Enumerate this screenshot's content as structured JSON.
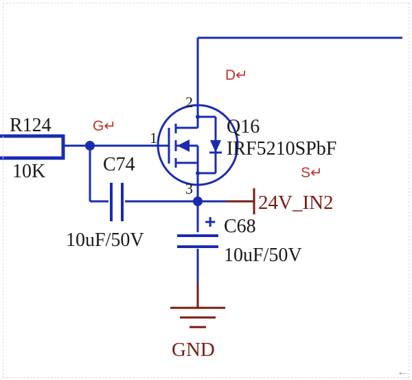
{
  "colors": {
    "wire": "#1a2bb0",
    "power": "#7a1a12",
    "net_label": "#c0322c",
    "text": "#1a1a1a",
    "text_blue": "#1a2bb0"
  },
  "components": {
    "resistor": {
      "ref": "R124",
      "value": "10K"
    },
    "cap_gate": {
      "ref": "C74",
      "value": "10uF/50V"
    },
    "cap_bulk": {
      "ref": "C68",
      "value": "10uF/50V",
      "polarity": "+"
    },
    "mosfet": {
      "ref": "Q16",
      "part": "IRF5210SPbF",
      "pin_gate": "1",
      "pin_drain": "2",
      "pin_source": "3"
    }
  },
  "nets": {
    "drain": "D↵",
    "gate": "G↵",
    "source": "S↵",
    "power": "24V_IN2",
    "ground": "GND"
  },
  "corner_glyph": "←"
}
